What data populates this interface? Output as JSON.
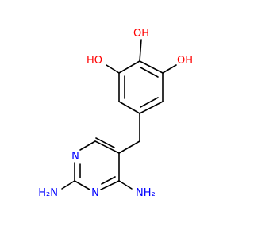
{
  "colors": {
    "bond": "#000000",
    "oxygen": "#ff0000",
    "nitrogen": "#0000ff"
  },
  "labels": {
    "oh_top": "OH",
    "oh_left": "HO",
    "oh_right": "OH",
    "n_ring_upper": "N",
    "n_ring_lower": "N",
    "nh2_left": "H₂N",
    "nh2_right": "NH₂"
  }
}
